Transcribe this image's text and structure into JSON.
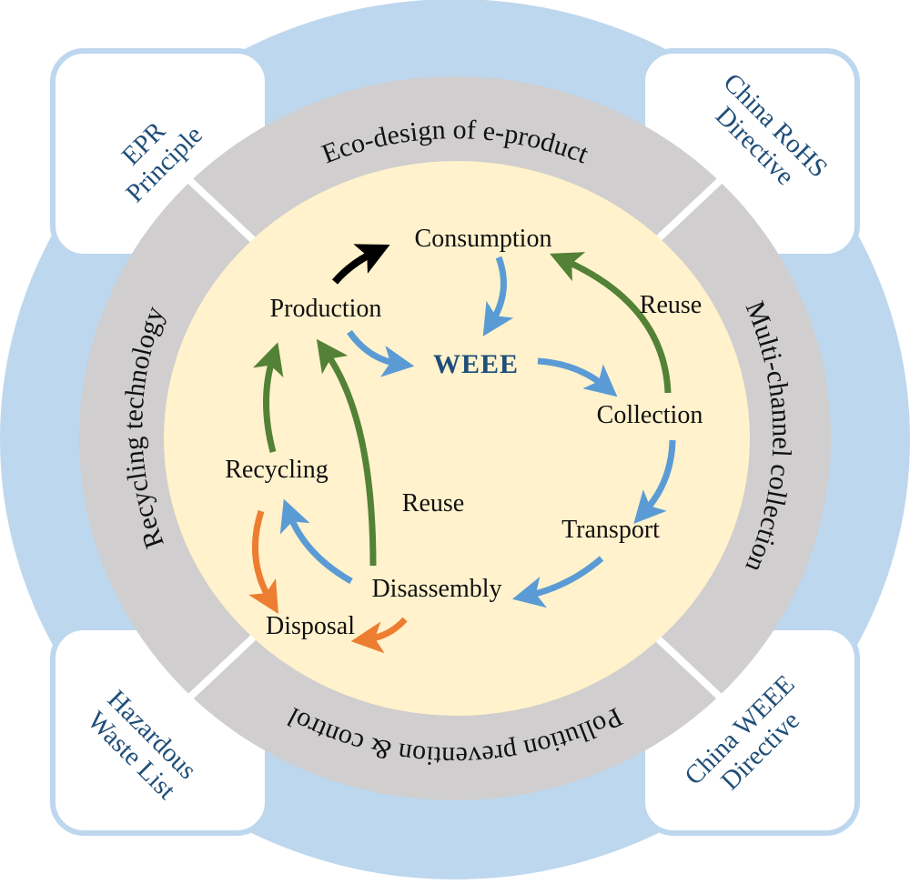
{
  "colors": {
    "outer_ring": "#bdd7ee",
    "middle_ring": "#d0cece",
    "inner_circle": "#fff2cc",
    "corner_box_fill": "#ffffff",
    "corner_box_border": "#bdd7ee",
    "corner_text": "#1f4e79",
    "arrow_blue": "#5b9bd5",
    "arrow_green": "#538135",
    "arrow_orange": "#ed7d31",
    "arrow_black": "#000000"
  },
  "corners": {
    "top_left": [
      "EPR",
      "Principle"
    ],
    "top_right": [
      "China RoHS",
      "Directive"
    ],
    "bottom_left": [
      "Hazardous",
      "Waste List"
    ],
    "bottom_right": [
      "China WEEE",
      "Directive"
    ]
  },
  "ring_segments": {
    "top": "Eco-design of e-product",
    "right": "Multi-channel collection",
    "bottom": "Pollution prevention & control",
    "left": "Recycling technology"
  },
  "nodes": {
    "consumption": "Consumption",
    "production": "Production",
    "weee": "WEEE",
    "collection": "Collection",
    "transport": "Transport",
    "disassembly": "Disassembly",
    "recycling": "Recycling",
    "disposal": "Disposal",
    "reuse_right": "Reuse",
    "reuse_center": "Reuse"
  },
  "flows": [
    {
      "from": "Production",
      "to": "Consumption",
      "color": "black"
    },
    {
      "from": "Consumption",
      "to": "WEEE",
      "color": "blue"
    },
    {
      "from": "Production",
      "to": "WEEE",
      "color": "blue"
    },
    {
      "from": "WEEE",
      "to": "Collection",
      "color": "blue"
    },
    {
      "from": "Collection",
      "to": "Consumption",
      "color": "green",
      "label": "Reuse"
    },
    {
      "from": "Collection",
      "to": "Transport",
      "color": "blue"
    },
    {
      "from": "Transport",
      "to": "Disassembly",
      "color": "blue"
    },
    {
      "from": "Disassembly",
      "to": "Recycling",
      "color": "blue"
    },
    {
      "from": "Disassembly",
      "to": "Production",
      "color": "green",
      "label": "Reuse"
    },
    {
      "from": "Recycling",
      "to": "Production",
      "color": "green"
    },
    {
      "from": "Recycling",
      "to": "Disposal",
      "color": "orange"
    },
    {
      "from": "Disassembly",
      "to": "Disposal",
      "color": "orange"
    }
  ]
}
